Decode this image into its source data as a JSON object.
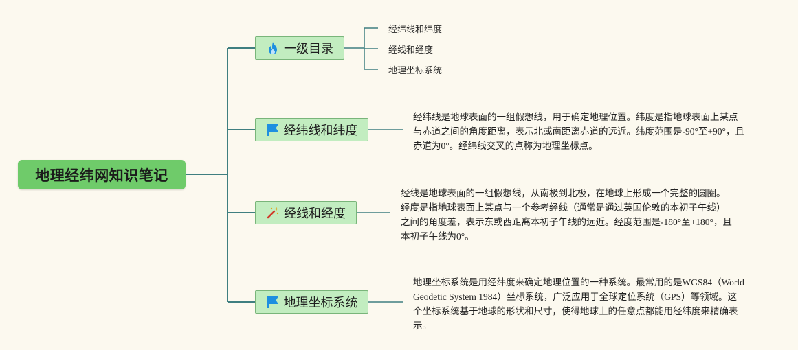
{
  "root": {
    "title": "地理经纬网知识笔记"
  },
  "branches": [
    {
      "label": "一级目录",
      "icon": "fire-icon",
      "children": [
        "经纬线和纬度",
        "经线和经度",
        "地理坐标系统"
      ]
    },
    {
      "label": "经纬线和纬度",
      "icon": "flag-icon",
      "note_lines": [
        "经纬线是地球表面的一组假想线，用于确定地理位置。纬度是指地球表面上某点",
        "与赤道之间的角度距离，表示北或南距离赤道的远近。纬度范围是-90°至+90°，且",
        "赤道为0°。经纬线交叉的点称为地理坐标点。"
      ]
    },
    {
      "label": "经线和经度",
      "icon": "magic-wand-icon",
      "note_lines": [
        "经线是地球表面的一组假想线，从南极到北极，在地球上形成一个完整的圆圈。",
        "经度是指地球表面上某点与一个参考经线（通常是通过英国伦敦的本初子午线）",
        "之间的角度差，表示东或西距离本初子午线的远近。经度范围是-180°至+180°，且",
        "本初子午线为0°。"
      ]
    },
    {
      "label": "地理坐标系统",
      "icon": "flag-icon",
      "note_lines": [
        "地理坐标系统是用经纬度来确定地理位置的一种系统。最常用的是WGS84（World",
        "Geodetic System 1984）坐标系统，广泛应用于全球定位系统（GPS）等领域。这",
        "个坐标系统基于地球的形状和尺寸，使得地球上的任意点都能用经纬度来精确表",
        "示。"
      ]
    }
  ],
  "colors": {
    "background": "#fcf9ef",
    "root_fill": "#6fcb6a",
    "branch_fill": "#c2edc0",
    "branch_border": "#79b57a",
    "connector": "#3f7f80",
    "leaf_connector": "#4a4a4a",
    "fire_icon": "#1e8fe0",
    "flag_icon": "#1e8fe0",
    "wand_icon": "#d03a2a"
  }
}
